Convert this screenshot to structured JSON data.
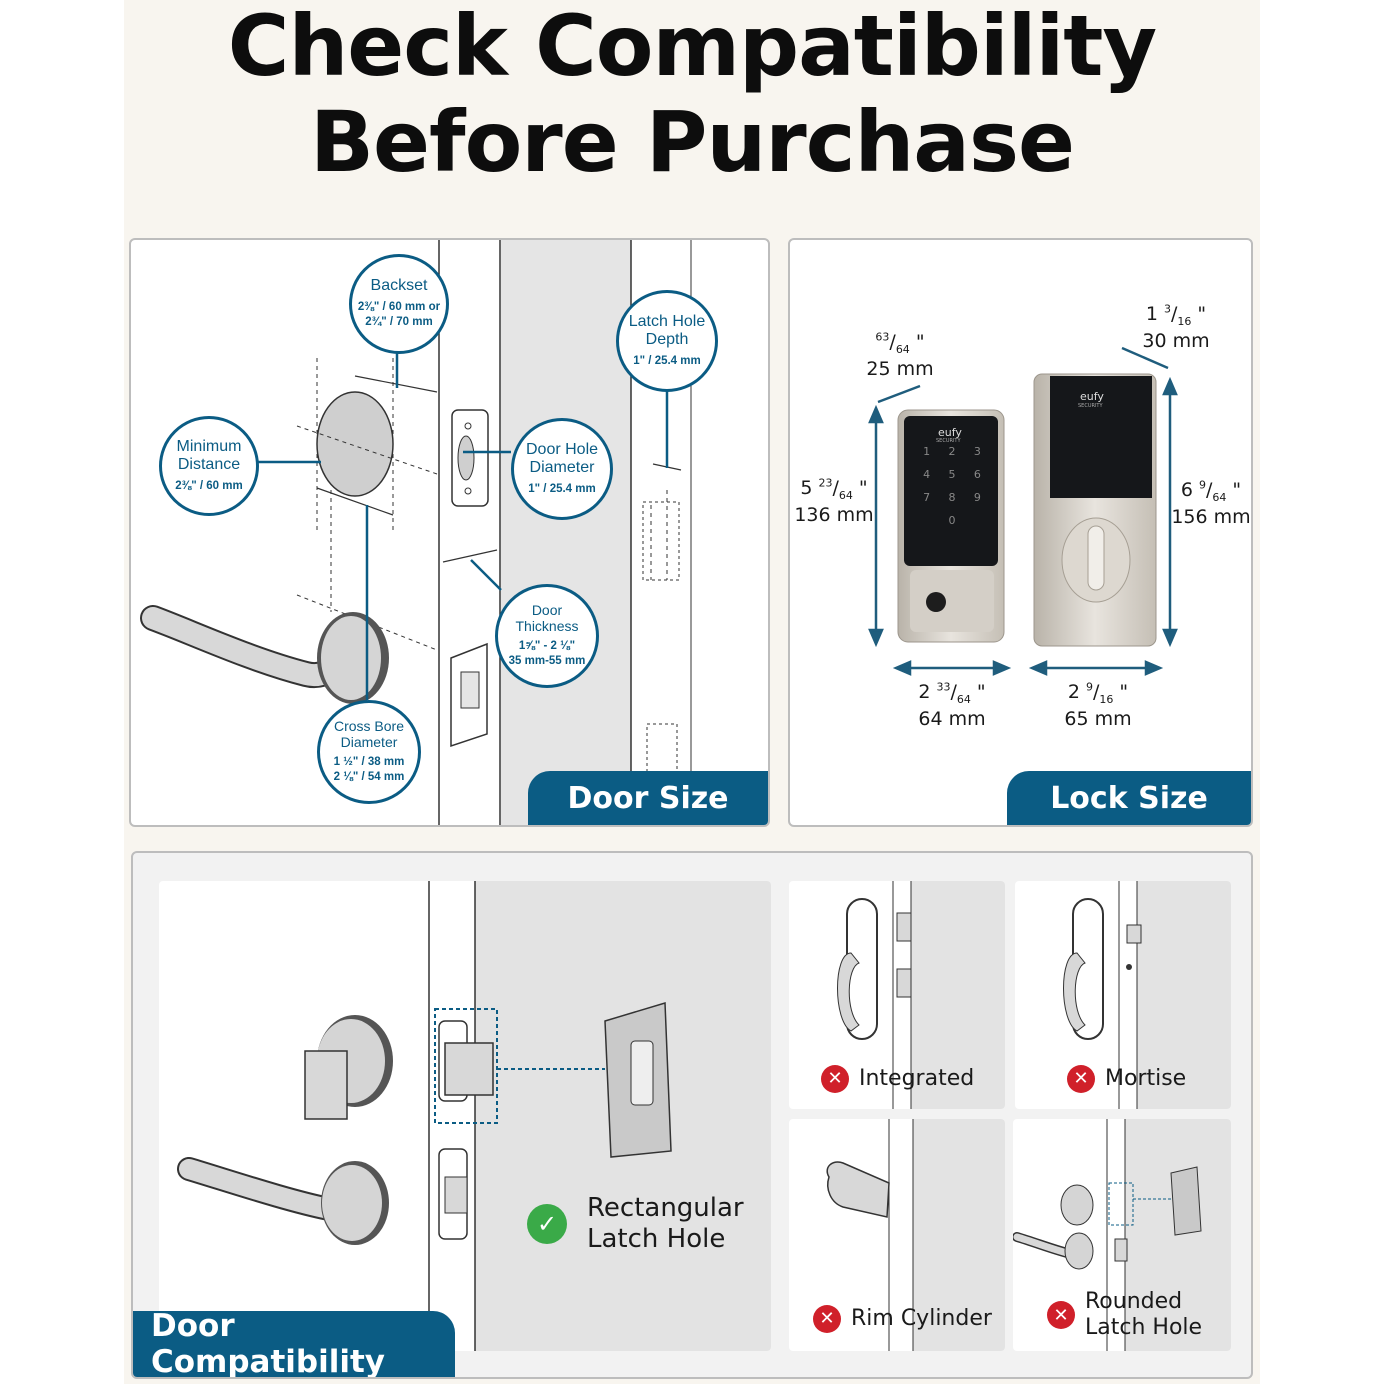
{
  "header": {
    "title_line1": "Check Compatibility",
    "title_line2": "Before Purchase"
  },
  "door_size": {
    "tab_label": "Door Size",
    "callouts": {
      "backset": {
        "title": "Backset",
        "value_line1": "2⅜\" / 60 mm or",
        "value_line2": "2¾\" / 70 mm"
      },
      "minimum_distance": {
        "title_line1": "Minimum",
        "title_line2": "Distance",
        "value": "2⅜\" / 60 mm"
      },
      "door_hole_diameter": {
        "title_line1": "Door Hole",
        "title_line2": "Diameter",
        "value": "1\" / 25.4 mm"
      },
      "latch_hole_depth": {
        "title_line1": "Latch Hole",
        "title_line2": "Depth",
        "value": "1\" / 25.4 mm"
      },
      "door_thickness": {
        "title_line1": "Door",
        "title_line2": "Thickness",
        "value_line1": "1⅝\" - 2 ⅛\"",
        "value_line2": "35 mm-55 mm"
      },
      "cross_bore_diameter": {
        "title_line1": "Cross Bore",
        "title_line2": "Diameter",
        "value_line1": "1 ½\" / 38 mm",
        "value_line2": "2 ⅛\" / 54 mm"
      }
    }
  },
  "lock_size": {
    "tab_label": "Lock Size",
    "keypad_brand": "eufy",
    "keypad_brand_sub": "SECURITY",
    "keypad_keys": [
      "1",
      "2",
      "3",
      "4",
      "5",
      "6",
      "7",
      "8",
      "9",
      "0"
    ],
    "dims": {
      "keypad_depth": {
        "whole": "",
        "num": "63",
        "den": "64",
        "metric": "25 mm"
      },
      "keypad_height": {
        "whole": "5 ",
        "num": "23",
        "den": "64",
        "metric": "136 mm"
      },
      "keypad_width": {
        "whole": "2 ",
        "num": "33",
        "den": "64",
        "metric": "64 mm"
      },
      "inner_depth": {
        "whole": "1 ",
        "num": "3",
        "den": "16",
        "metric": "30 mm"
      },
      "inner_height": {
        "whole": "6 ",
        "num": "9",
        "den": "64",
        "metric": "156 mm"
      },
      "inner_width": {
        "whole": "2 ",
        "num": "9",
        "den": "16",
        "metric": "65 mm"
      }
    }
  },
  "door_compatibility": {
    "tab_label": "Door Compatibility",
    "supported": {
      "label_line1": "Rectangular",
      "label_line2": "Latch Hole"
    },
    "unsupported": [
      {
        "label_line1": "Integrated",
        "label_line2": ""
      },
      {
        "label_line1": "Mortise",
        "label_line2": ""
      },
      {
        "label_line1": "Rim Cylinder",
        "label_line2": ""
      },
      {
        "label_line1": "Rounded",
        "label_line2": "Latch Hole"
      }
    ]
  },
  "colors": {
    "accent": "#0b5c84",
    "background": "#f8f5ef",
    "ok": "#3aaa48",
    "no": "#d0202a"
  }
}
